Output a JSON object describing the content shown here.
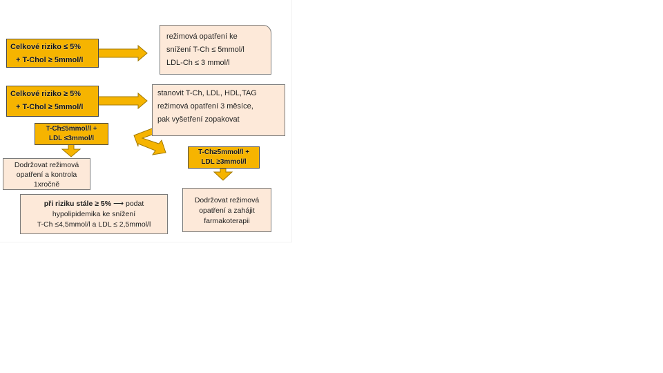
{
  "risk_low": {
    "line1": "Celkové riziko ≤ 5%",
    "line2": "+ T-Chol ≥ 5mmol/l"
  },
  "low_action": {
    "line1": "režimová opatření ke",
    "line2": "snížení  T-Ch ≤ 5mmol/l",
    "line3": "LDL-Ch ≤ 3 mmol/l"
  },
  "risk_high": {
    "line1": "Celkové riziko ≥ 5%",
    "line2": "+ T-Chol ≥ 5mmol/l"
  },
  "high_action": {
    "line1": "stanovit T-Ch, LDL, HDL,TAG",
    "line2": "režimová opatření  3 měsíce,",
    "line3": "pak vyšetření zopakovat"
  },
  "cond_low": {
    "line1": "T-Ch≤5mmol/l +",
    "line2": "LDL ≤3mmol/l"
  },
  "cond_high": {
    "line1": "T-Ch≥5mmol/l +",
    "line2": "LDL ≥3mmol/l"
  },
  "keep_regime": {
    "line1": "Dodržovat režimová",
    "line2": "opatření  a kontrola",
    "line3": "1xročně"
  },
  "start_therapy": {
    "line1": "Dodržovat režimová",
    "line2": "opatření a zahájit",
    "line3": "farmakoterapii"
  },
  "persistent_risk": {
    "bold": "při riziku stále ≥ 5%",
    "arrow": "⟶",
    "rest": "podat",
    "line2": "hypolipidemika ke snížení",
    "line3": "T-Ch ≤4,5mmol/l a LDL ≤ 2,5mmol/l"
  },
  "colors": {
    "gold": "#f6b400",
    "peach": "#fde9d9",
    "arrow_outline": "#a07800"
  }
}
